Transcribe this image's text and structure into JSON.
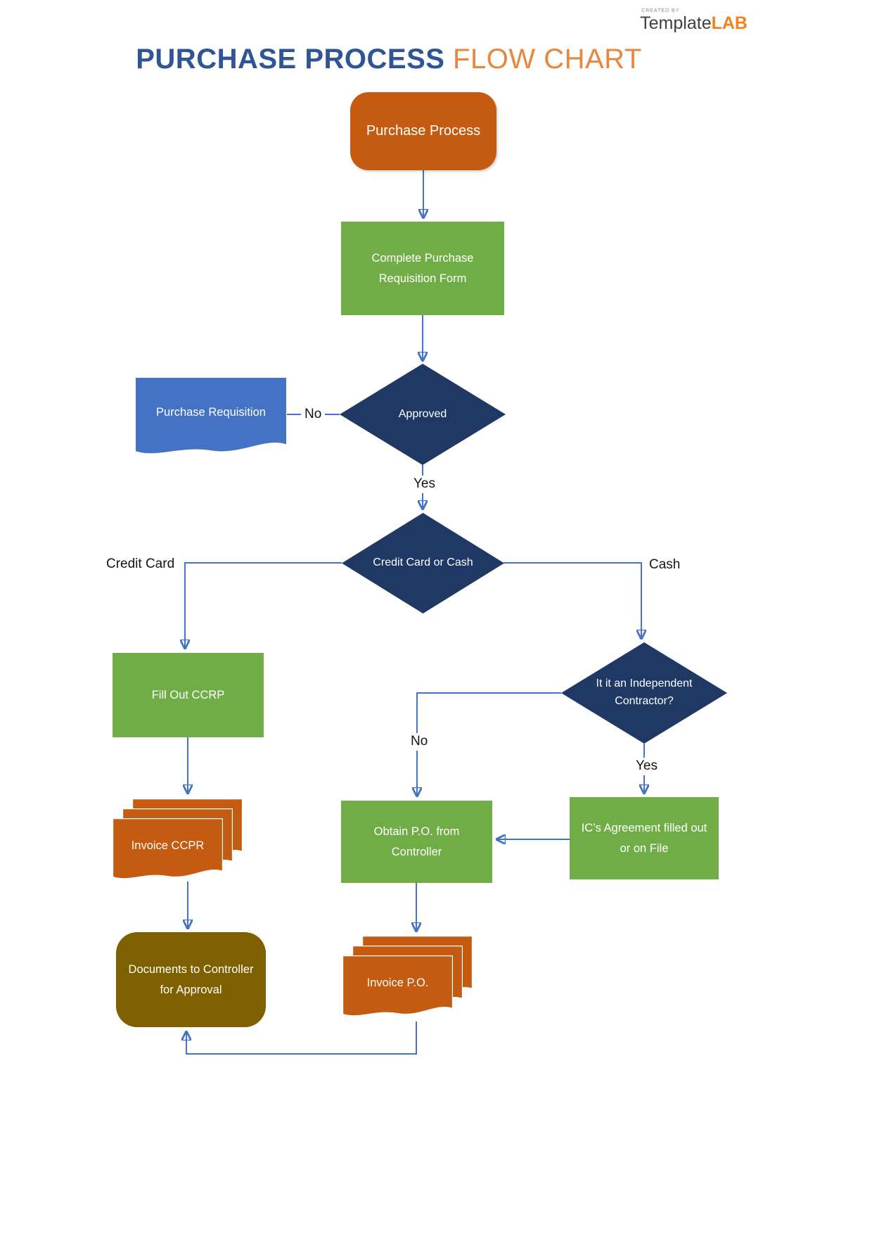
{
  "header": {
    "title_primary": "PURCHASE PROCESS",
    "title_secondary": " FLOW CHART",
    "logo": {
      "created_by": "CREATED BY",
      "brand_name": "Template",
      "brand_suffix": "LAB"
    }
  },
  "nodes": {
    "purchase_process": "Purchase Process",
    "complete_requisition": "Complete Purchase Requisition Form",
    "approved": "Approved",
    "purchase_requisition_doc": "Purchase Requisition",
    "credit_or_cash": "Credit Card or Cash",
    "fill_out_ccrp": "Fill Out CCRP",
    "independent_contractor": "It it an Independent Contractor?",
    "obtain_po": "Obtain P.O. from Controller",
    "ic_agreement": "IC’s Agreement filled out or on File",
    "invoice_ccpr": "Invoice CCPR",
    "documents_to_controller": "Documents to Controller for Approval",
    "invoice_po": "Invoice P.O."
  },
  "edge_labels": {
    "approved_no": "No",
    "approved_yes": "Yes",
    "credit_card": "Credit Card",
    "cash": "Cash",
    "contractor_no": "No",
    "contractor_yes": "Yes"
  },
  "colors": {
    "shape_orange": "#C55A11",
    "shape_green": "#70AD47",
    "shape_navy": "#1F3864",
    "shape_blue": "#4472C4",
    "shape_olive": "#7F6000",
    "connector": "#4472C4",
    "title_blue": "#2F5597",
    "title_orange": "#E8873C",
    "logo_orange": "#F5821F"
  }
}
